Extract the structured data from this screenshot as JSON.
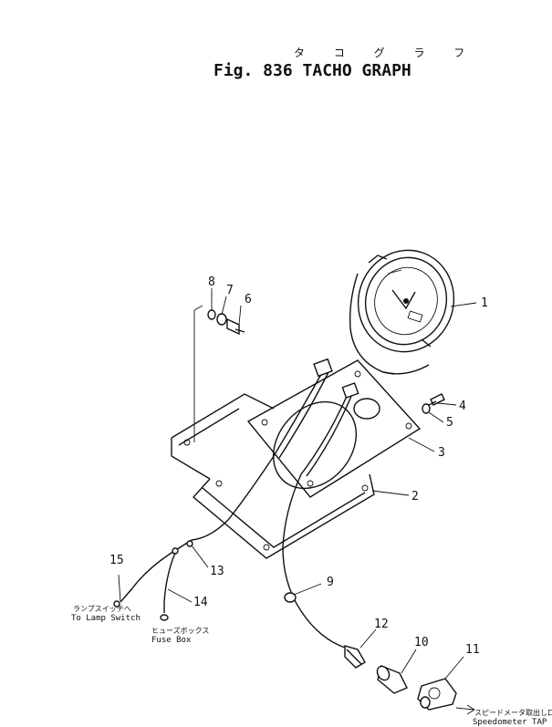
{
  "figure": {
    "kana_title": "タ コ グ ラ フ",
    "title": "Fig. 836 TACHO GRAPH"
  },
  "callouts": [
    "1",
    "2",
    "3",
    "4",
    "5",
    "6",
    "7",
    "8",
    "9",
    "10",
    "11",
    "12",
    "13",
    "14",
    "15"
  ],
  "notes": {
    "lamp_jp": "ランプスイッチへ",
    "lamp_en": "To Lamp Switch",
    "fuse_jp": "ヒューズボックス",
    "fuse_en": "Fuse Box",
    "speedo_jp": "スピードメータ取出し口",
    "speedo_en": "Speedometer TAP"
  }
}
